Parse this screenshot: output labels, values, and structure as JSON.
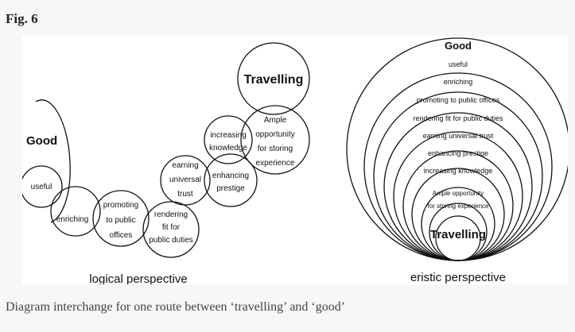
{
  "figure": {
    "label": "Fig. 6",
    "caption": "Diagram interchange for one route between ‘travelling’ and ‘good’"
  },
  "logical": {
    "title": "logical perspective",
    "good": "Good",
    "useful": "useful",
    "enriching": "enriching",
    "promoting": [
      "promoting",
      "to public",
      "offices"
    ],
    "rendering": [
      "rendering",
      "fit for",
      "public duties"
    ],
    "earning": [
      "earning",
      "universal",
      "trust"
    ],
    "prestige": [
      "enhancing",
      "prestige"
    ],
    "knowledge": [
      "increasing",
      "knowledge"
    ],
    "ample": [
      "Ample",
      "opportunity",
      "for storing",
      "experience"
    ],
    "travelling": "Travelling"
  },
  "eristic": {
    "title": "eristic perspective",
    "rings": [
      "Good",
      "useful",
      "enriching",
      "promoting to public offices",
      "rendering fit for  public duties",
      "earning  universal  trust",
      "enhancing prestige",
      "increasing knowledge"
    ],
    "ample": [
      "Ample  opportunity",
      "for storing  experience"
    ],
    "travelling": "Travelling"
  }
}
